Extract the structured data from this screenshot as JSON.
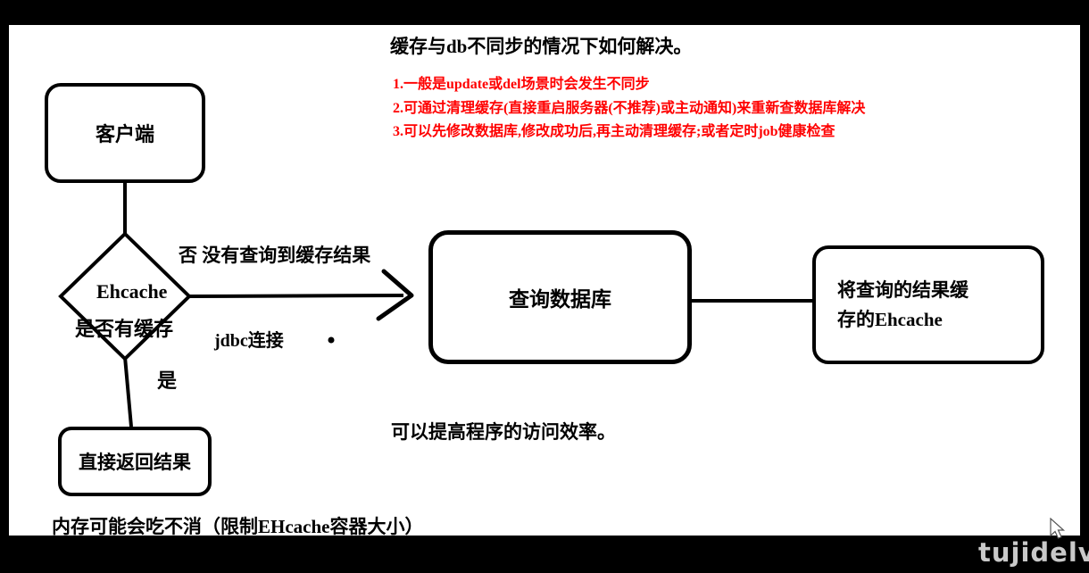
{
  "title": "缓存与db不同步的情况下如何解决。",
  "notes": {
    "line1": "1.一般是update或del场景时会发生不同步",
    "line2": "2.可通过清理缓存(直接重启服务器(不推荐)或主动通知)来重新查数据库解决",
    "line3": "3.可以先修改数据库,修改成功后,再主动清理缓存;或者定时job健康检查"
  },
  "nodes": {
    "client": {
      "label": "客户端"
    },
    "decision": {
      "line1": "Ehcache",
      "line2": "是否有缓存"
    },
    "query_db": {
      "label": "查询数据库"
    },
    "cache_result": {
      "line1": "将查询的结果缓",
      "line2": "存的Ehcache"
    },
    "return_result": {
      "label": "直接返回结果"
    }
  },
  "edges": {
    "no_branch_label": "否 没有查询到缓存结果",
    "jdbc_label": "jdbc连接",
    "yes_branch_label": "是"
  },
  "annotations": {
    "efficiency_note": "可以提高程序的访问效率。",
    "memory_note": "内存可能会吃不消（限制EHcache容器大小）"
  },
  "watermark": {
    "text": "tujidelv"
  },
  "colors": {
    "note_red": "#ff0000",
    "ink": "#000000",
    "canvas_white": "#ffffff",
    "frame_black": "#000000",
    "watermark_gray": "#c9c9c9"
  }
}
